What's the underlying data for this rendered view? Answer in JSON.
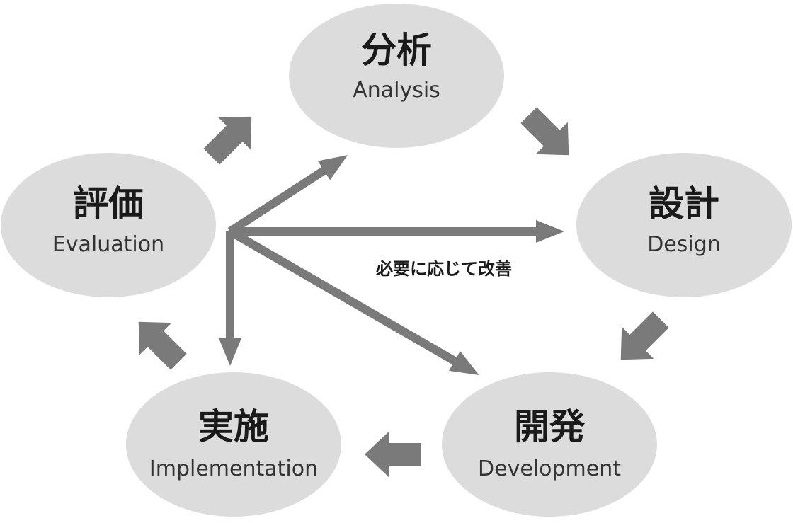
{
  "colors": {
    "background": "#ffffff",
    "node_fill": "#dcdcdc",
    "arrow": "#7a7a7a",
    "text_primary": "#1a1a1a",
    "text_secondary": "#333333"
  },
  "nodes": {
    "analysis": {
      "jp": "分析",
      "en": "Analysis"
    },
    "design": {
      "jp": "設計",
      "en": "Design"
    },
    "development": {
      "jp": "開発",
      "en": "Development"
    },
    "implementation": {
      "jp": "実施",
      "en": "Implementation"
    },
    "evaluation": {
      "jp": "評価",
      "en": "Evaluation"
    }
  },
  "feedback_label": "必要に応じて改善"
}
